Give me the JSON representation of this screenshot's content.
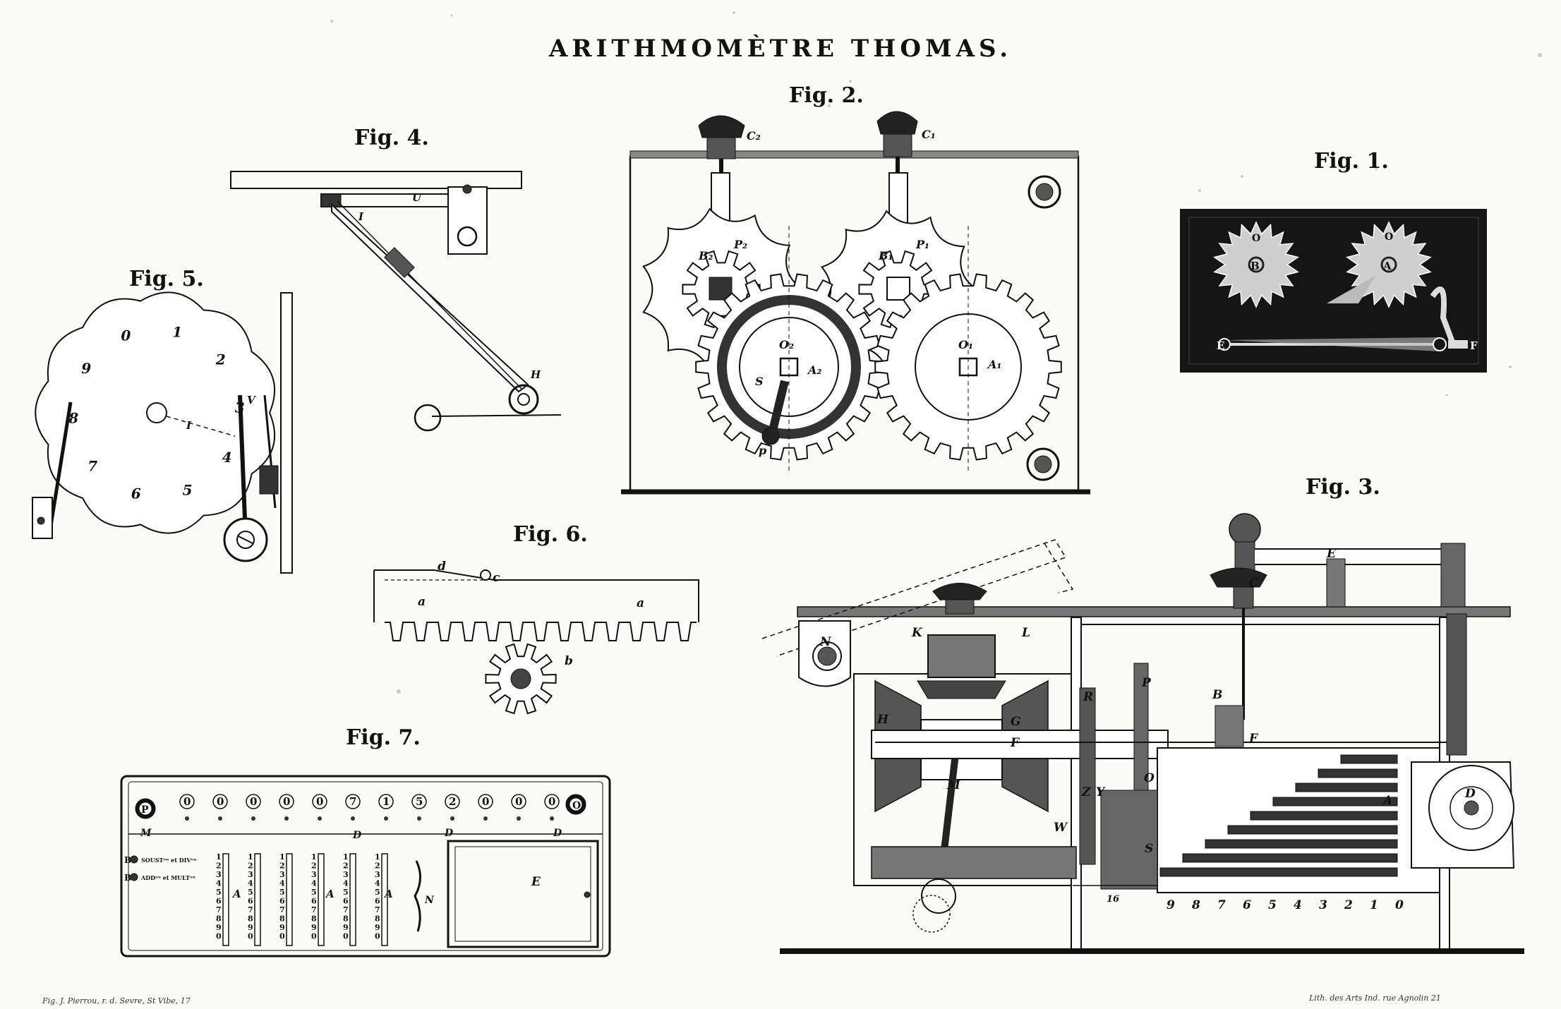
{
  "title": "ARITHMOMÈTRE THOMAS.",
  "figures": {
    "fig1": "Fig. 1.",
    "fig2": "Fig. 2.",
    "fig3": "Fig. 3.",
    "fig4": "Fig. 4.",
    "fig5": "Fig. 5.",
    "fig6": "Fig. 6.",
    "fig7": "Fig. 7."
  },
  "fig1_labels": {
    "b": "B",
    "a": "A",
    "e": "E",
    "f": "F",
    "o": "O"
  },
  "fig2_labels": {
    "c2": "C₂",
    "c1": "C₁",
    "b2": "B₂",
    "b1": "B₁",
    "p2": "P₂",
    "p1": "P₁",
    "o2": "O₂",
    "o1": "O₁",
    "a2": "A₂",
    "a1": "A₁",
    "s": "S",
    "p": "p"
  },
  "fig3_labels": {
    "c": "C",
    "e": "E",
    "n": "N",
    "k": "K",
    "l": "L",
    "h": "H",
    "g": "G",
    "f": "F",
    "r": "R",
    "p": "P",
    "b": "B",
    "o": "O",
    "a": "A",
    "d": "D",
    "s": "S",
    "m": "M",
    "w": "W",
    "z": "Z",
    "y": "Y",
    "sixteen": "16"
  },
  "fig3_scale": [
    "9",
    "8",
    "7",
    "6",
    "5",
    "4",
    "3",
    "2",
    "1",
    "0"
  ],
  "fig4_labels": {
    "u": "U",
    "i": "I",
    "h": "H"
  },
  "fig5_labels": {
    "i": "I",
    "v": "V"
  },
  "fig5_numbers": [
    "1",
    "2",
    "3",
    "4",
    "5",
    "6",
    "7",
    "8",
    "9",
    "0"
  ],
  "fig6_labels": {
    "d": "d",
    "c": "c",
    "a1": "a",
    "a2": "a",
    "b": "b"
  },
  "fig7": {
    "p": "P",
    "o": "O",
    "m": "M",
    "d": "D",
    "e": "E",
    "a": "A",
    "n": "N",
    "b_sub": "B",
    "b_add": "B",
    "sub_label": "SOUSTᵒⁿ et DIVᵒⁿ",
    "add_label": "ADDᵒⁿ et MULTᵒⁿ",
    "top_digits": [
      "0",
      "0",
      "0",
      "0",
      "0",
      "7",
      "1",
      "5",
      "2",
      "0",
      "0",
      "0"
    ],
    "column_digits": [
      "1",
      "2",
      "3",
      "4",
      "5",
      "6",
      "7",
      "8",
      "9",
      "0"
    ]
  },
  "credits": {
    "left": "Fig. J. Pierrou, r. d. Sevre, St Vibe, 17",
    "right": "Lith. des Arts Ind. rue Agnolin 21"
  }
}
